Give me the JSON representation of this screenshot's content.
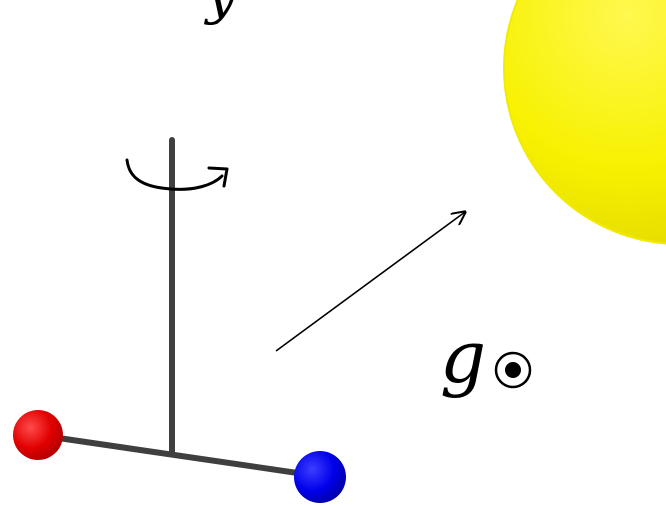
{
  "figure": {
    "top_symbol": "y",
    "gravity_symbol": "g",
    "sun_subscript_icon": "circled-dot-sun-symbol",
    "colors": {
      "background": "#ffffff",
      "sun": "#f6f200",
      "sun_glow": "#fff94a",
      "rod": "#3f3f3f",
      "left_mass": "#e30000",
      "right_mass": "#0000ee",
      "arrow": "#000000"
    },
    "objects": [
      "sun",
      "rotating-vertical-axis",
      "horizontal-dumbbell-rod",
      "red-mass",
      "blue-mass",
      "gravity-direction-arrow",
      "rotation-arrow"
    ]
  }
}
